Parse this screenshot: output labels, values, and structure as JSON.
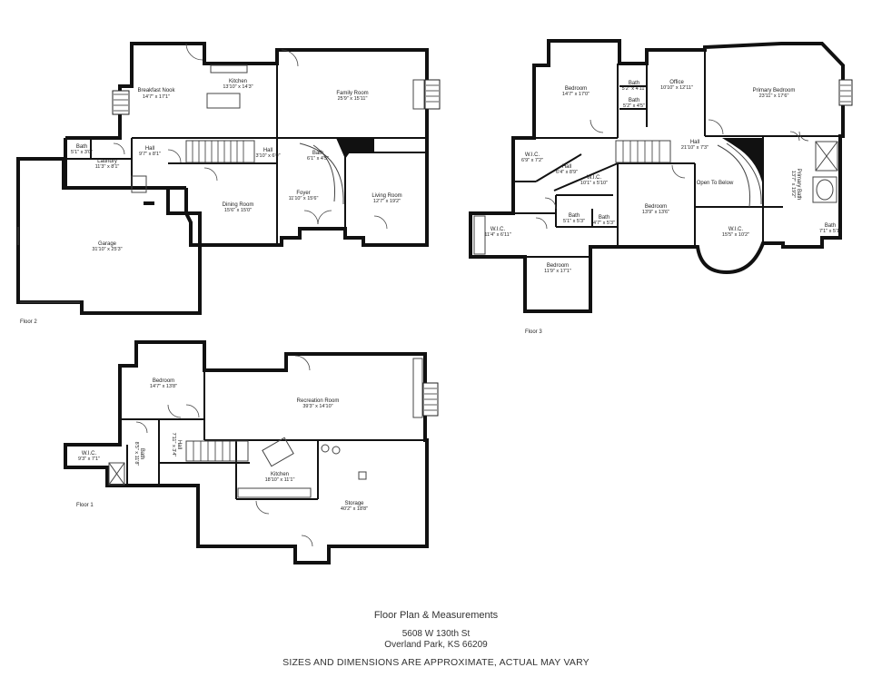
{
  "floors": [
    {
      "id": "floor2",
      "label": "Floor 2",
      "rooms": [
        {
          "id": "breakfast-nook",
          "name": "Breakfast Nook",
          "dim": "14'7\" x 17'1\""
        },
        {
          "id": "kitchen",
          "name": "Kitchen",
          "dim": "13'10\" x 14'3\""
        },
        {
          "id": "family-room",
          "name": "Family Room",
          "dim": "25'9\" x 15'11\""
        },
        {
          "id": "bath-a",
          "name": "Bath",
          "dim": "5'1\" x 3'0\""
        },
        {
          "id": "laundry",
          "name": "Laundry",
          "dim": "11'3\" x 8'1\""
        },
        {
          "id": "hall-a",
          "name": "Hall",
          "dim": "9'7\" x 8'1\""
        },
        {
          "id": "hall-b",
          "name": "Hall",
          "dim": "3'10\" x 6'0\""
        },
        {
          "id": "bath-b",
          "name": "Bath",
          "dim": "6'1\" x 4'5\""
        },
        {
          "id": "garage",
          "name": "Garage",
          "dim": "31'10\" x 25'3\""
        },
        {
          "id": "dining-room",
          "name": "Dining Room",
          "dim": "15'6\" x 15'0\""
        },
        {
          "id": "foyer",
          "name": "Foyer",
          "dim": "11'10\" x 15'6\""
        },
        {
          "id": "living-room",
          "name": "Living Room",
          "dim": "12'7\" x 19'2\""
        }
      ]
    },
    {
      "id": "floor3",
      "label": "Floor 3",
      "rooms": [
        {
          "id": "bedroom-a",
          "name": "Bedroom",
          "dim": "14'7\" x 17'0\""
        },
        {
          "id": "bath-c",
          "name": "Bath",
          "dim": "5'2\" x 4'11\""
        },
        {
          "id": "bath-d",
          "name": "Bath",
          "dim": "5'2\" x 4'5\""
        },
        {
          "id": "office",
          "name": "Office",
          "dim": "10'10\" x 12'11\""
        },
        {
          "id": "primary-bedroom",
          "name": "Primary Bedroom",
          "dim": "23'11\" x 17'6\""
        },
        {
          "id": "wic-a",
          "name": "W.I.C.",
          "dim": "6'9\" x 7'2\""
        },
        {
          "id": "hall-c",
          "name": "Hall",
          "dim": "6'4\" x 8'9\""
        },
        {
          "id": "wic-b",
          "name": "W.I.C.",
          "dim": "10'1\" x 5'10\""
        },
        {
          "id": "hall-d",
          "name": "Hall",
          "dim": "21'10\" x 7'3\""
        },
        {
          "id": "open-to-below",
          "name": "Open To Below",
          "dim": ""
        },
        {
          "id": "primary-bath",
          "name": "Primary Bath",
          "dim": "13'7\" x 19'2\""
        },
        {
          "id": "bedroom-b",
          "name": "Bedroom",
          "dim": "13'9\" x 13'6\""
        },
        {
          "id": "bath-e",
          "name": "Bath",
          "dim": "5'1\" x 5'3\""
        },
        {
          "id": "bath-f",
          "name": "Bath",
          "dim": "4'7\" x 5'3\""
        },
        {
          "id": "wic-c",
          "name": "W.I.C.",
          "dim": "11'4\" x 6'11\""
        },
        {
          "id": "wic-d",
          "name": "W.I.C.",
          "dim": "15'5\" x 10'2\""
        },
        {
          "id": "bath-g",
          "name": "Bath",
          "dim": "7'1\" x 5'1\""
        },
        {
          "id": "bedroom-c",
          "name": "Bedroom",
          "dim": "11'9\" x 17'1\""
        }
      ]
    },
    {
      "id": "floor1",
      "label": "Floor 1",
      "rooms": [
        {
          "id": "bedroom-d",
          "name": "Bedroom",
          "dim": "14'7\" x 13'8\""
        },
        {
          "id": "recreation-room",
          "name": "Recreation Room",
          "dim": "39'3\" x 14'10\""
        },
        {
          "id": "wic-e",
          "name": "W.I.C.",
          "dim": "9'3\" x 7'1\""
        },
        {
          "id": "bath-h",
          "name": "Bath",
          "dim": "8'5\" x 11'8\""
        },
        {
          "id": "hall-e",
          "name": "Hall",
          "dim": "7'11\" x 3'4\""
        },
        {
          "id": "kitchen-b",
          "name": "Kitchen",
          "dim": "18'10\" x 11'1\""
        },
        {
          "id": "storage",
          "name": "Storage",
          "dim": "40'2\" x 18'8\""
        }
      ]
    }
  ],
  "footer": {
    "title": "Floor Plan & Measurements",
    "address_line1": "5608 W 130th St",
    "address_line2": "Overland Park, KS 66209",
    "disclaimer": "SIZES AND DIMENSIONS ARE APPROXIMATE, ACTUAL MAY VARY"
  }
}
